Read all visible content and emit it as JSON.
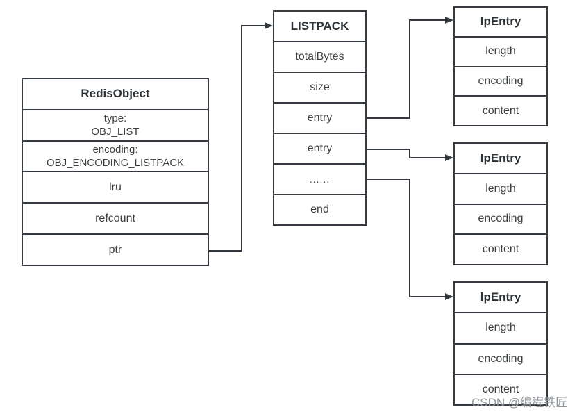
{
  "colors": {
    "border": "#363b42",
    "text": "#3c4043",
    "header_text": "#2e3338",
    "arrow": "#33383e",
    "watermark": "#90969b",
    "background": "#ffffff"
  },
  "boxes": {
    "redis_object": {
      "header": "RedisObject",
      "rows": [
        {
          "line1": "type:",
          "line2": "OBJ_LIST"
        },
        {
          "line1": "encoding:",
          "line2": "OBJ_ENCODING_LISTPACK"
        },
        {
          "label": "lru"
        },
        {
          "label": "refcount"
        },
        {
          "label": "ptr"
        }
      ]
    },
    "listpack": {
      "header": "LISTPACK",
      "rows": [
        "totalBytes",
        "size",
        "entry",
        "entry",
        "......",
        "end"
      ]
    },
    "lp_entries": [
      {
        "header": "lpEntry",
        "rows": [
          "length",
          "encoding",
          "content"
        ]
      },
      {
        "header": "lpEntry",
        "rows": [
          "length",
          "encoding",
          "content"
        ]
      },
      {
        "header": "lpEntry",
        "rows": [
          "length",
          "encoding",
          "content"
        ]
      }
    ]
  },
  "watermark": "CSDN @编程铁匠"
}
